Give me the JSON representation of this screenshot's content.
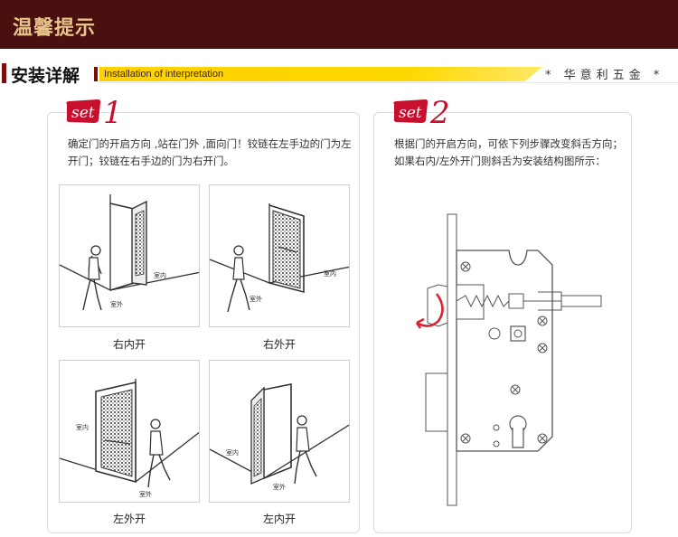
{
  "banner": {
    "title": "温馨提示"
  },
  "section": {
    "title": "安装详解",
    "subtitle": "Installation of interpretation",
    "brand": "* 华意利五金 *"
  },
  "step1": {
    "badge": "set",
    "number": "1",
    "description": "确定门的开启方向 ,站在门外 ,面向门！铰链在左手边的门为左开门；铰链在右手边的门为右开门。",
    "diagrams": [
      {
        "caption": "右内开",
        "inside": "室内",
        "outside": "室外"
      },
      {
        "caption": "右外开",
        "inside": "室内",
        "outside": "室外"
      },
      {
        "caption": "左外开",
        "inside": "室内",
        "outside": "室外"
      },
      {
        "caption": "左内开",
        "inside": "室内",
        "outside": "室外"
      }
    ]
  },
  "step2": {
    "badge": "set",
    "number": "2",
    "description": "根据门的开启方向，可依下列步骤改变斜舌方向；如果右内/左外开门则斜舌为安装结构图所示："
  },
  "colors": {
    "banner_bg": "#4a0f0f",
    "banner_text": "#e8c48a",
    "badge_red": "#c8102e",
    "accent_yellow": "#ffd100"
  }
}
